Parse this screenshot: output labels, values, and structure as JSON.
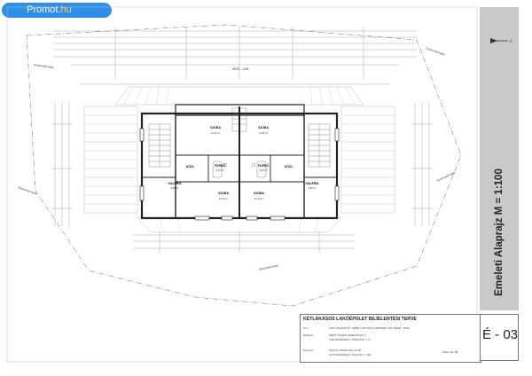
{
  "brand": {
    "prefix": "Promot.",
    "suffix": "hu"
  },
  "sheet": {
    "title": "Emeleti Alaprajz  M = 1:100",
    "number": "É - 03"
  },
  "title_block": {
    "project": "KÉTLAKÁSOS LAKÓÉPÜLET BEJELENTÉSI TERVE",
    "rows": [
      {
        "label": "Cím:",
        "value": "2163 VÁCRÁTÓT, SZENT ISTVÁN LAKÓPARK (40) HRSZ.: 1006"
      },
      {
        "label": "Építtető:",
        "value": "WEST INVEST EUROPA KFT."
      },
      {
        "label": "",
        "value": "1184 BUDAPEST, HÁMVÁSI U. 8."
      },
      {
        "label": "Tervező:",
        "value": "SZŰCS TAMÁS    É3/-21-40"
      },
      {
        "label": "",
        "value": "1173 BUDAPEST, HAJLÁS U. 126."
      }
    ],
    "date": "2021. 03. 08."
  },
  "plan": {
    "rooms": [
      {
        "name": "SZOBA",
        "area": "12,00 m²"
      },
      {
        "name": "SZOBA",
        "area": "12,00 m²"
      },
      {
        "name": "SZOBA",
        "area": "11,40 m²"
      },
      {
        "name": "SZOBA",
        "area": "11,40 m²"
      },
      {
        "name": "FÜRDŐ",
        "area": "6,40 m²"
      },
      {
        "name": "FÜRDŐ",
        "area": "6,40 m²"
      },
      {
        "name": "GALÉRIA",
        "area": "9,80 m²"
      },
      {
        "name": "GALÉRIA",
        "area": "9,80 m²"
      },
      {
        "name": "KÖZL.",
        "area": ""
      },
      {
        "name": "KÖZL.",
        "area": ""
      }
    ],
    "boundary_labels": [
      "Szomszéd telek",
      "Szomszéd telek",
      "Szomszéd telek",
      "Szomszéd telek",
      "Szomszéd telek"
    ],
    "parcel_label": "HRSZ.: 1006",
    "compass": "É"
  }
}
